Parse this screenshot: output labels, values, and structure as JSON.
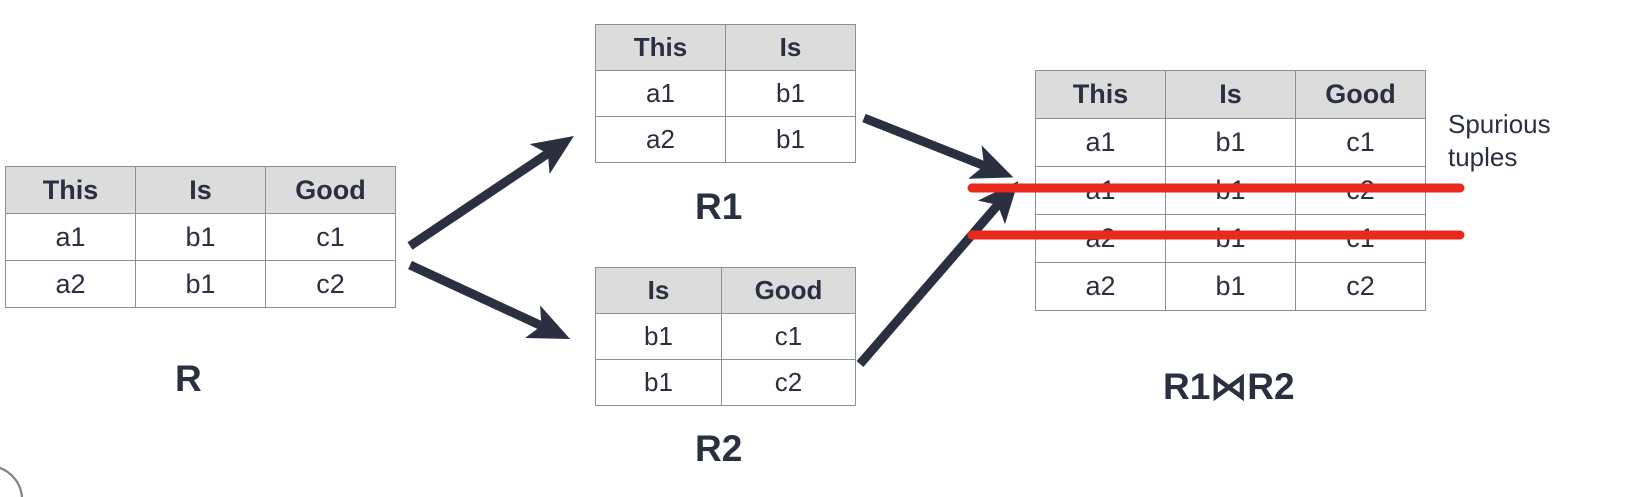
{
  "diagram": {
    "title_caption_r": "R",
    "title_caption_r1": "R1",
    "title_caption_r2": "R2",
    "title_caption_join": "R1⋈R2",
    "annotation_spurious_line1": "Spurious",
    "annotation_spurious_line2": "tuples",
    "colors": {
      "header_fill": "#dcdcdc",
      "text": "#2b3040",
      "border": "#8d8f96",
      "arrow": "#2b3040",
      "strikeout": "#e8291c"
    }
  },
  "tables": {
    "r": {
      "name": "R",
      "columns": [
        "This",
        "Is",
        "Good"
      ],
      "rows": [
        [
          "a1",
          "b1",
          "c1"
        ],
        [
          "a2",
          "b1",
          "c2"
        ]
      ]
    },
    "r1": {
      "name": "R1",
      "columns": [
        "This",
        "Is"
      ],
      "rows": [
        [
          "a1",
          "b1"
        ],
        [
          "a2",
          "b1"
        ]
      ]
    },
    "r2": {
      "name": "R2",
      "columns": [
        "Is",
        "Good"
      ],
      "rows": [
        [
          "b1",
          "c1"
        ],
        [
          "b1",
          "c2"
        ]
      ]
    },
    "join": {
      "name": "R1⋈R2",
      "columns": [
        "This",
        "Is",
        "Good"
      ],
      "rows": [
        {
          "cells": [
            "a1",
            "b1",
            "c1"
          ],
          "struck": false
        },
        {
          "cells": [
            "a1",
            "b1",
            "c2"
          ],
          "struck": true
        },
        {
          "cells": [
            "a2",
            "b1",
            "c1"
          ],
          "struck": true
        },
        {
          "cells": [
            "a2",
            "b1",
            "c2"
          ],
          "struck": false
        }
      ]
    }
  }
}
